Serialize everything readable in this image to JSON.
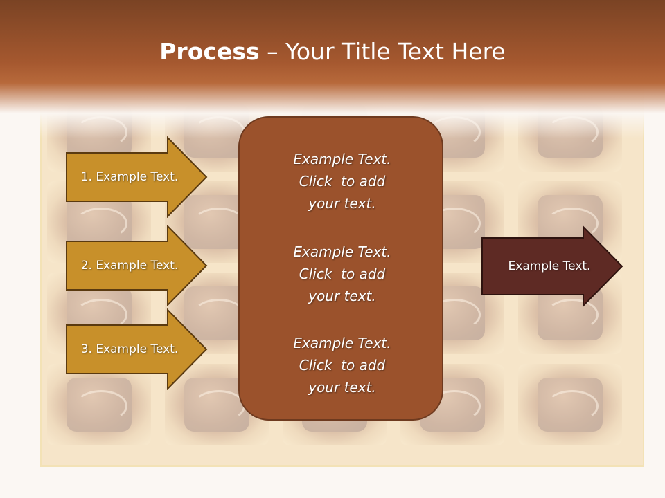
{
  "title": {
    "bold": "Process",
    "rest": " – Your Title Text Here"
  },
  "inputs": [
    {
      "label": "1. Example Text."
    },
    {
      "label": "2. Example Text."
    },
    {
      "label": "3. Example Text."
    }
  ],
  "center": {
    "paragraphs": [
      {
        "line1": "Example Text.",
        "line2": "Click  to add",
        "line3": "your text."
      },
      {
        "line1": "Example Text.",
        "line2": "Click  to add",
        "line3": "your text."
      },
      {
        "line1": "Example Text.",
        "line2": "Click  to add",
        "line3": "your text."
      }
    ]
  },
  "output": {
    "label": "Example Text."
  },
  "colors": {
    "title_band": "#a5582f",
    "input_arrow_fill": "#c8902a",
    "input_arrow_stroke": "#5a3a10",
    "center_fill": "#9b522c",
    "output_arrow_fill": "#5e2a24"
  }
}
